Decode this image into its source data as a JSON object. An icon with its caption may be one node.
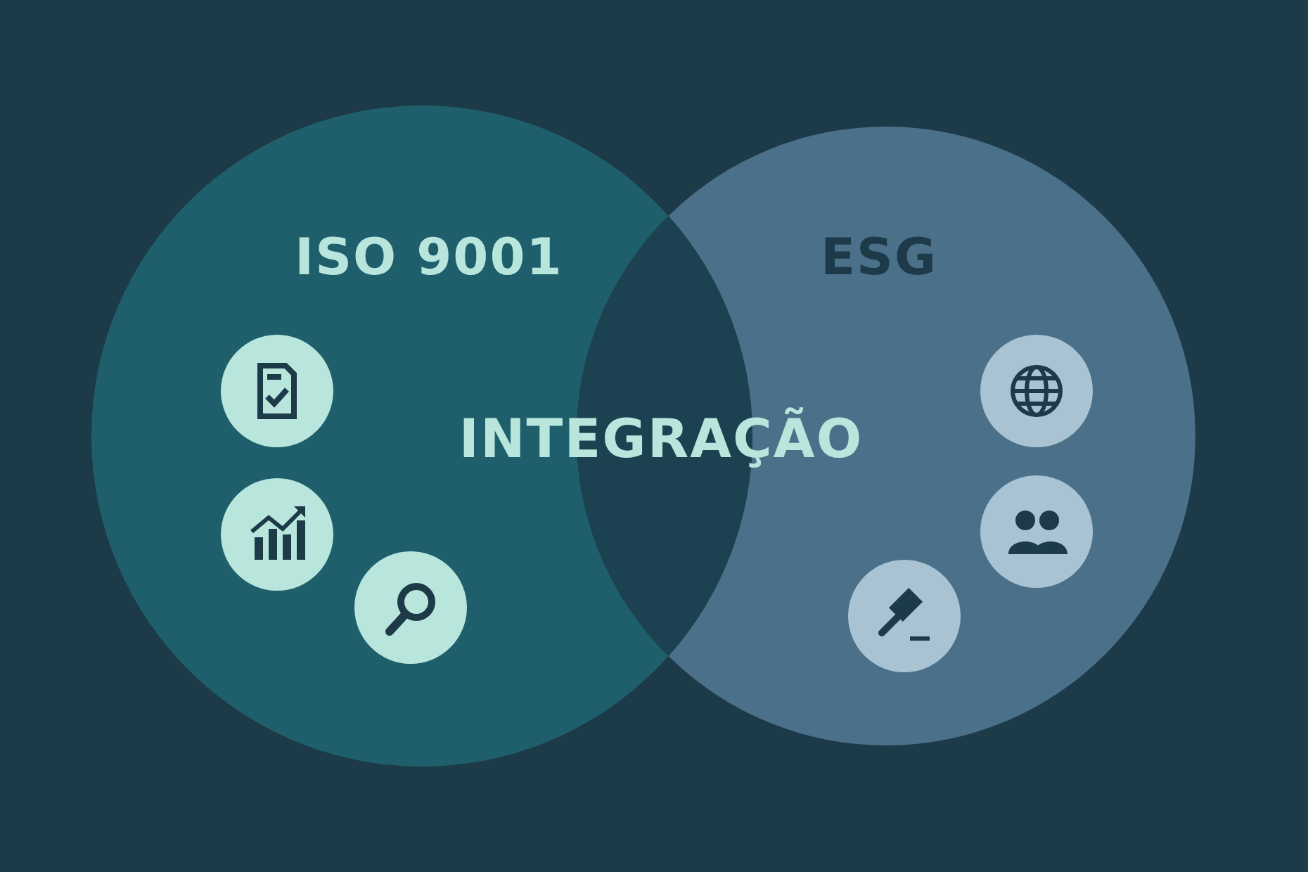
{
  "diagram": {
    "nodes": [
      {
        "text": [
          "ISO 9001"
        ]
      },
      {
        "text": [
          "ESG"
        ]
      },
      {
        "text": [
          "INTEGRAÇÃO"
        ]
      }
    ]
  }
}
